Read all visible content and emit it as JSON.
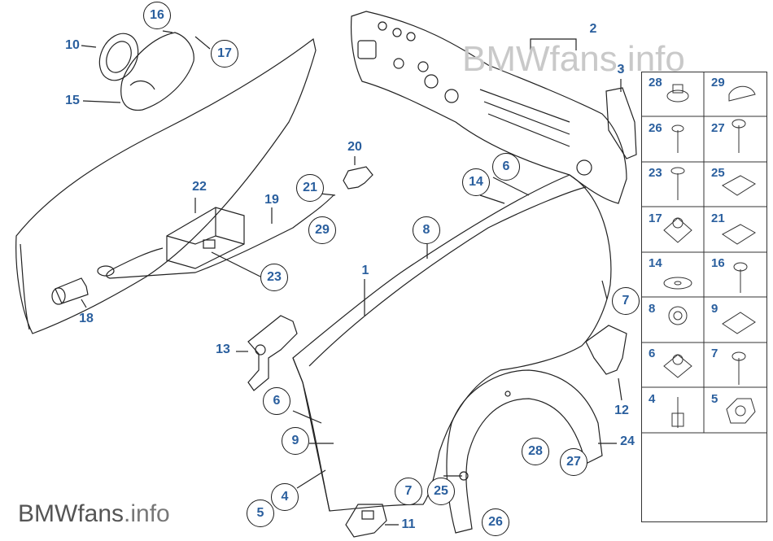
{
  "watermark_top": "BMWfans.info",
  "watermark_bottom": {
    "brand": "BMWfans",
    "tld": ".info"
  },
  "callouts": [
    {
      "id": "c16",
      "label": "16",
      "circled": true
    },
    {
      "id": "c10",
      "label": "10",
      "circled": false
    },
    {
      "id": "c17",
      "label": "17",
      "circled": true
    },
    {
      "id": "c15",
      "label": "15",
      "circled": false
    },
    {
      "id": "c2",
      "label": "2",
      "circled": false
    },
    {
      "id": "c3",
      "label": "3",
      "circled": false
    },
    {
      "id": "c20",
      "label": "20",
      "circled": false
    },
    {
      "id": "c22",
      "label": "22",
      "circled": false
    },
    {
      "id": "c21",
      "label": "21",
      "circled": true
    },
    {
      "id": "c19",
      "label": "19",
      "circled": false
    },
    {
      "id": "c29",
      "label": "29",
      "circled": true
    },
    {
      "id": "c6a",
      "label": "6",
      "circled": true
    },
    {
      "id": "c14",
      "label": "14",
      "circled": true
    },
    {
      "id": "c8",
      "label": "8",
      "circled": true
    },
    {
      "id": "c23",
      "label": "23",
      "circled": true
    },
    {
      "id": "c1",
      "label": "1",
      "circled": false
    },
    {
      "id": "c18",
      "label": "18",
      "circled": false
    },
    {
      "id": "c7a",
      "label": "7",
      "circled": true
    },
    {
      "id": "c13",
      "label": "13",
      "circled": false
    },
    {
      "id": "c6b",
      "label": "6",
      "circled": true
    },
    {
      "id": "c12",
      "label": "12",
      "circled": false
    },
    {
      "id": "c9",
      "label": "9",
      "circled": true
    },
    {
      "id": "c24",
      "label": "24",
      "circled": false
    },
    {
      "id": "c28",
      "label": "28",
      "circled": true
    },
    {
      "id": "c27",
      "label": "27",
      "circled": true
    },
    {
      "id": "c4",
      "label": "4",
      "circled": true
    },
    {
      "id": "c7b",
      "label": "7",
      "circled": true
    },
    {
      "id": "c25",
      "label": "25",
      "circled": true
    },
    {
      "id": "c5",
      "label": "5",
      "circled": true
    },
    {
      "id": "c11",
      "label": "11",
      "circled": false
    },
    {
      "id": "c26",
      "label": "26",
      "circled": true
    }
  ],
  "parts_table": [
    {
      "left": "28",
      "right": "29"
    },
    {
      "left": "26",
      "right": "27"
    },
    {
      "left": "23",
      "right": "25"
    },
    {
      "left": "17",
      "right": "21"
    },
    {
      "left": "14",
      "right": "16"
    },
    {
      "left": "8",
      "right": "9"
    },
    {
      "left": "6",
      "right": "7"
    },
    {
      "left": "4",
      "right": "5"
    }
  ]
}
